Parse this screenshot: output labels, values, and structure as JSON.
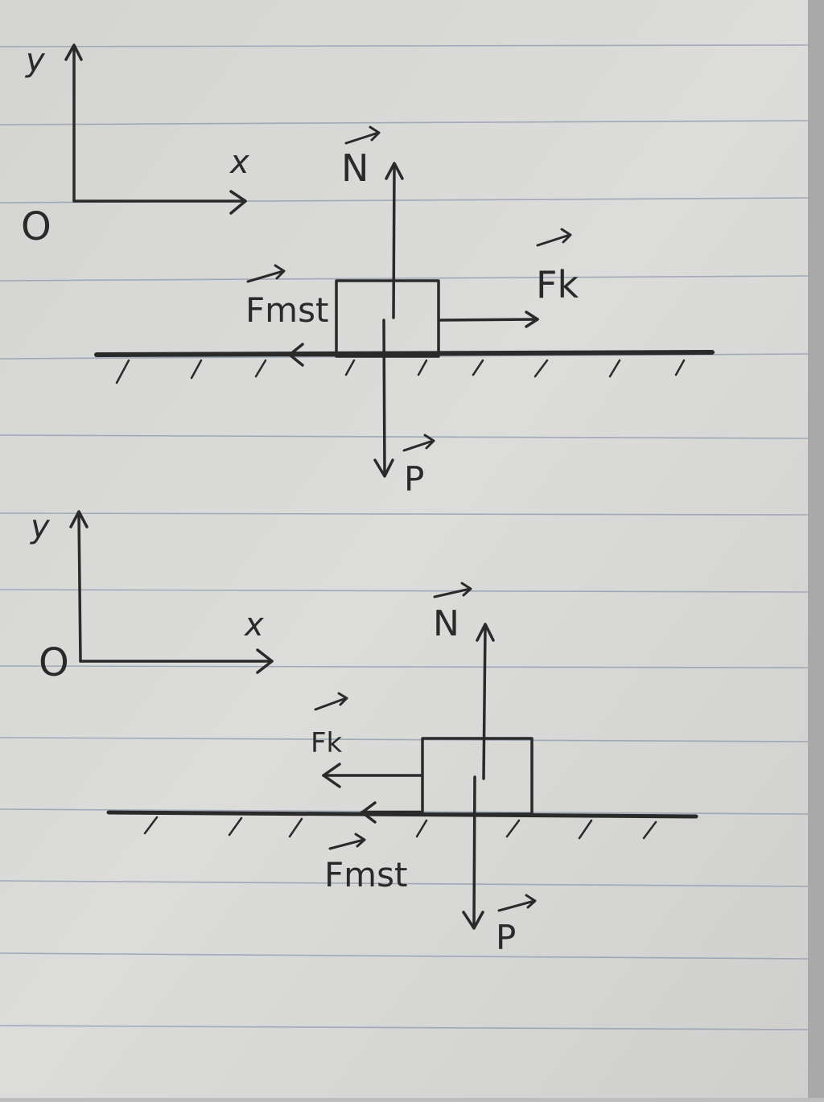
{
  "diagram_1": {
    "axis_y": "y",
    "axis_x": "x",
    "origin": "O",
    "normal_force": "N",
    "friction_force": "Fmst",
    "applied_force": "Fk",
    "weight": "P"
  },
  "diagram_2": {
    "axis_y": "y",
    "axis_x": "x",
    "origin": "O",
    "normal_force": "N",
    "applied_force": "Fk",
    "friction_force": "Fmst",
    "weight": "P"
  },
  "colors": {
    "paper": "#d9d9d7",
    "ink": "#2a2a2a",
    "ruled_line": "#8d99ad"
  }
}
